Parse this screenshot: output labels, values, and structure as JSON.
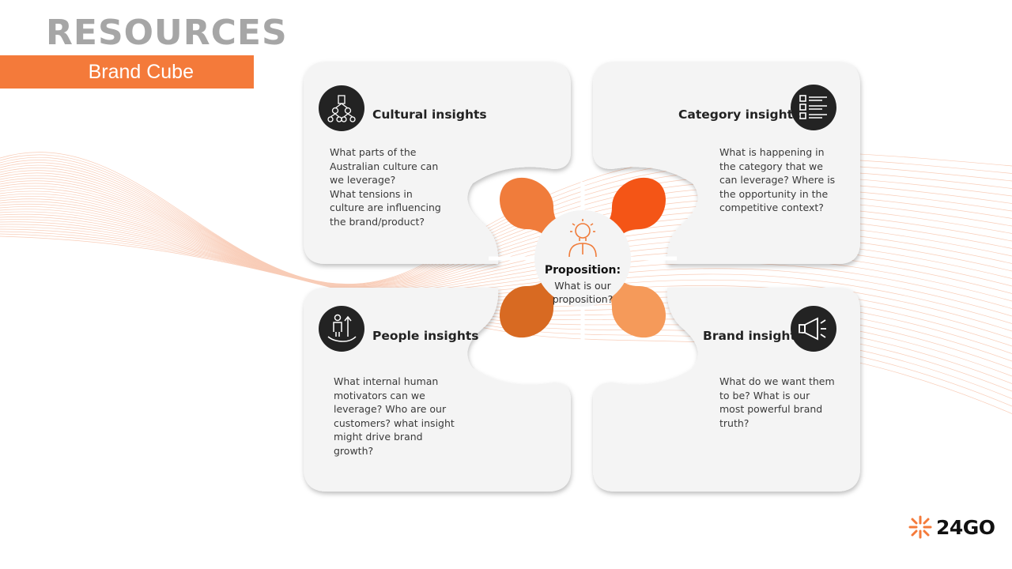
{
  "header": {
    "title": "RESOURCES",
    "subtitle": "Brand Cube"
  },
  "colors": {
    "accent": "#f47a3a",
    "title_gray": "#a6a6a6",
    "piece_top_left": "#f07c3a",
    "piece_top_right": "#f45516",
    "piece_bottom_left": "#d86a24",
    "piece_bottom_right": "#f59a5a",
    "card_background": "#f4f4f4",
    "icon_badge": "#232323"
  },
  "quadrants": {
    "cultural": {
      "label": "Cultural insights",
      "icon": "people-network-icon",
      "text": "What parts of the\nAustralian culture can\nwe leverage?\nWhat tensions in\nculture are influencing\nthe brand/product?"
    },
    "category": {
      "label": "Category insights",
      "icon": "checklist-icon",
      "text": "What is happening in\nthe category that we\ncan leverage?  Where is\nthe opportunity in the\ncompetitive context?"
    },
    "people": {
      "label": "People insights",
      "icon": "person-growth-hand-icon",
      "text": "What internal human\nmotivators can we\nleverage?  Who are our\ncustomers? what insight\nmight drive brand\ngrowth?"
    },
    "brand": {
      "label": "Brand insights",
      "icon": "megaphone-icon",
      "text": "What do we want them\nto be?  What is our\nmost powerful brand\ntruth?"
    }
  },
  "center": {
    "title": "Proposition:",
    "text": "What is our\nproposition?",
    "icon": "lightbulb-person-icon"
  },
  "logo": {
    "text": "24GO",
    "icon": "starburst-logo-icon"
  }
}
